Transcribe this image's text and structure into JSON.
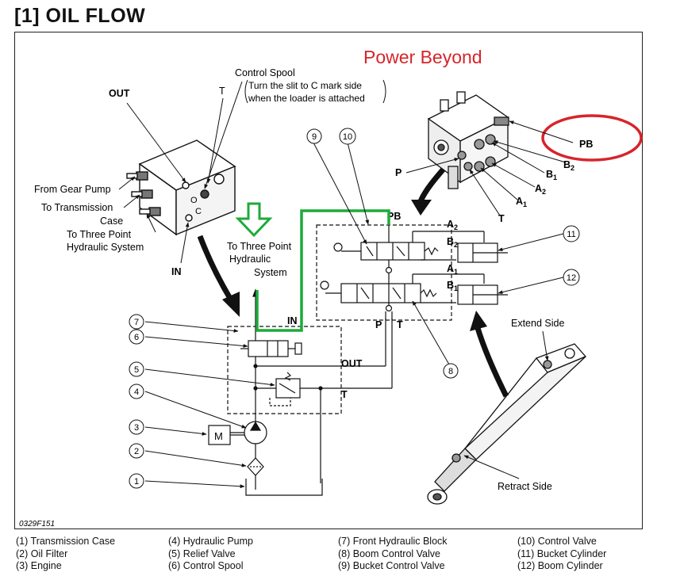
{
  "title": "[1] OIL FLOW",
  "figure_code": "0329F151",
  "annotation": {
    "text": "Power Beyond",
    "color": "#d6252b"
  },
  "highlight_color": "#1faa3a",
  "callouts": {
    "1": "1",
    "2": "2",
    "3": "3",
    "4": "4",
    "5": "5",
    "6": "6",
    "7": "7",
    "8": "8",
    "9": "9",
    "10": "10",
    "11": "11",
    "12": "12"
  },
  "labels": {
    "out_top": "OUT",
    "t_top": "T",
    "control_spool_title": "Control Spool",
    "control_spool_note1": "Turn the slit to C mark side",
    "control_spool_note2": "when the loader is attached",
    "o_mark": "O",
    "c_mark": "C",
    "from_gear_pump": "From Gear Pump",
    "to_transmission1": "To Transmission",
    "to_transmission2": "Case",
    "to_three_point_left1": "To Three Point",
    "to_three_point_left2": "Hydraulic System",
    "in_left": "IN",
    "to_three_point_mid1": "To Three Point",
    "to_three_point_mid2": "Hydraulic",
    "to_three_point_mid3": "System",
    "in_mid": "IN",
    "out_mid": "OUT",
    "t_mid": "T",
    "pb": "PB",
    "a2": "A",
    "a2_sub": "2",
    "b2": "B",
    "b2_sub": "2",
    "a1": "A",
    "a1_sub": "1",
    "b1": "B",
    "b1_sub": "1",
    "p_valve": "P",
    "t_valve": "T",
    "pb_iso": "PB",
    "b2_iso": "B",
    "b2_iso_sub": "2",
    "b1_iso": "B",
    "b1_iso_sub": "1",
    "a2_iso": "A",
    "a2_iso_sub": "2",
    "a1_iso": "A",
    "a1_iso_sub": "1",
    "p_iso": "P",
    "t_iso": "T",
    "extend_side": "Extend Side",
    "retract_side": "Retract Side",
    "engine_m": "M"
  },
  "legend": [
    [
      "(1)  Transmission Case",
      "(2)  Oil Filter",
      "(3)  Engine"
    ],
    [
      "(4)  Hydraulic Pump",
      "(5)  Relief Valve",
      "(6)  Control Spool"
    ],
    [
      "(7)  Front Hydraulic Block",
      "(8)  Boom Control Valve",
      "(9)  Bucket Control Valve"
    ],
    [
      "(10)  Control Valve",
      "(11)  Bucket Cylinder",
      "(12)  Boom Cylinder"
    ]
  ]
}
